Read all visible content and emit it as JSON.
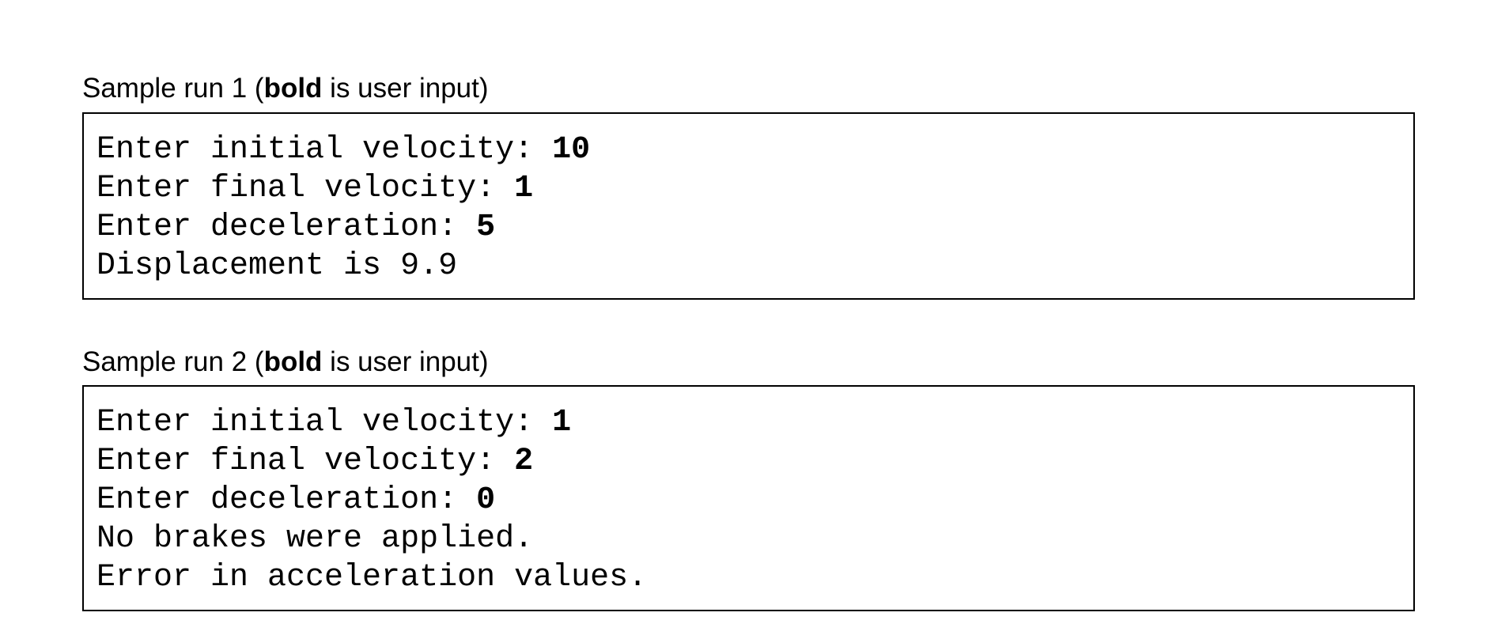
{
  "runs": [
    {
      "heading": {
        "prefix": "Sample run 1 (",
        "bold": "bold",
        "suffix": " is user input)"
      },
      "lines": [
        {
          "text": "Enter initial velocity: ",
          "input": "10"
        },
        {
          "text": "Enter final velocity: ",
          "input": "1"
        },
        {
          "text": "Enter deceleration: ",
          "input": "5"
        },
        {
          "text": "Displacement is 9.9",
          "input": ""
        }
      ]
    },
    {
      "heading": {
        "prefix": "Sample run 2 (",
        "bold": "bold",
        "suffix": " is user input)"
      },
      "lines": [
        {
          "text": "Enter initial velocity: ",
          "input": "1"
        },
        {
          "text": "Enter final velocity: ",
          "input": "2"
        },
        {
          "text": "Enter deceleration: ",
          "input": "0"
        },
        {
          "text": "No brakes were applied.",
          "input": ""
        },
        {
          "text": "Error in acceleration values.",
          "input": ""
        }
      ]
    }
  ]
}
